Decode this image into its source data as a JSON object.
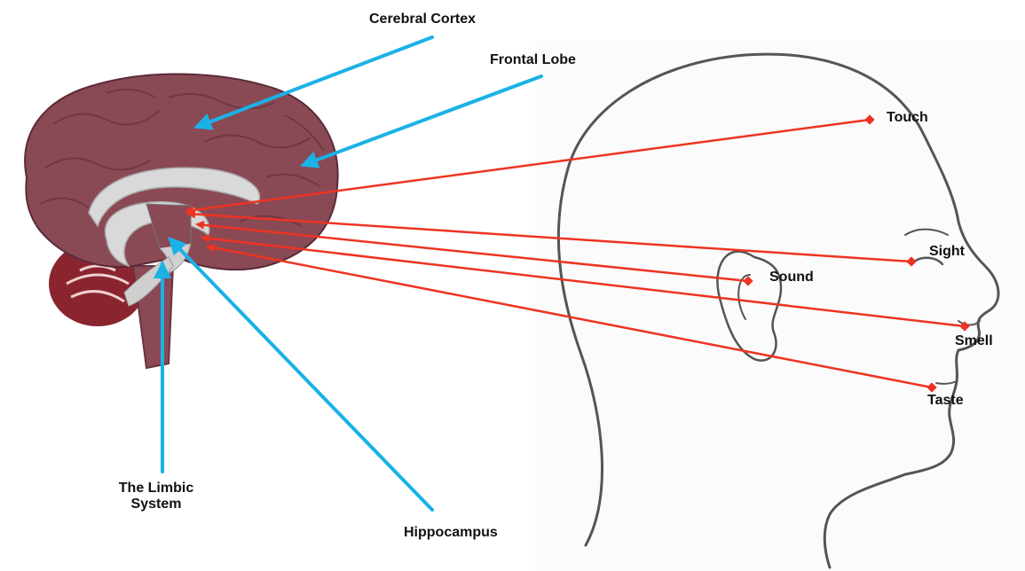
{
  "labels": {
    "cerebral_cortex": "Cerebral Cortex",
    "frontal_lobe": "Frontal Lobe",
    "limbic_line1": "The Limbic",
    "limbic_line2": "System",
    "hippocampus": "Hippocampus",
    "touch": "Touch",
    "sight": "Sight",
    "sound": "Sound",
    "smell": "Smell",
    "taste": "Taste"
  },
  "colors": {
    "brain_callout": "#1ab2e6",
    "sense_link": "#ee3322",
    "cortex": "#8a4a55",
    "cortex_dark": "#6a3440",
    "limbic": "#d9d9d9",
    "head_outline": "#444444"
  }
}
